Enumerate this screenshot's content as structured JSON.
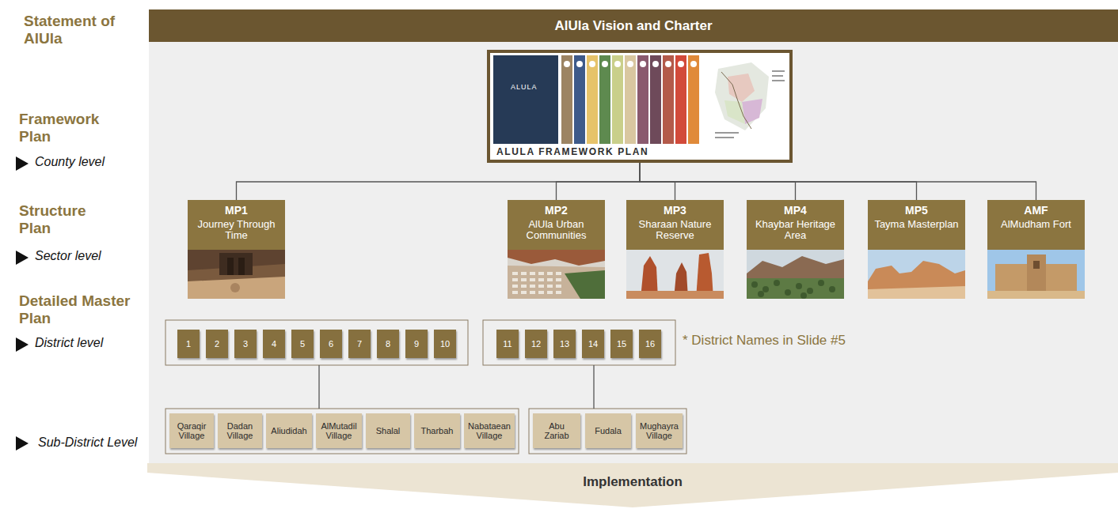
{
  "diagram": {
    "nodes": [
      {
        "text": [
          "AlUla Vision and Charter"
        ]
      },
      {
        "text": [
          "ALULA",
          "ALULA FRAMEWORK PLAN"
        ]
      },
      {
        "text": [
          "MP1",
          "Journey Through Time"
        ]
      },
      {
        "text": [
          "MP2",
          "AlUla Urban Communities"
        ]
      },
      {
        "text": [
          "MP3",
          "Sharaan Nature Reserve"
        ]
      },
      {
        "text": [
          "MP4",
          "Khaybar Heritage Area"
        ]
      },
      {
        "text": [
          "MP5",
          "Tayma Masterplan"
        ]
      },
      {
        "text": [
          "AMF",
          "AlMudham Fort"
        ]
      },
      {
        "text": [
          "1"
        ]
      },
      {
        "text": [
          "2"
        ]
      },
      {
        "text": [
          "3"
        ]
      },
      {
        "text": [
          "4"
        ]
      },
      {
        "text": [
          "5"
        ]
      },
      {
        "text": [
          "6"
        ]
      },
      {
        "text": [
          "7"
        ]
      },
      {
        "text": [
          "8"
        ]
      },
      {
        "text": [
          "9"
        ]
      },
      {
        "text": [
          "10"
        ]
      },
      {
        "text": [
          "11"
        ]
      },
      {
        "text": [
          "12"
        ]
      },
      {
        "text": [
          "13"
        ]
      },
      {
        "text": [
          "14"
        ]
      },
      {
        "text": [
          "15"
        ]
      },
      {
        "text": [
          "16"
        ]
      },
      {
        "text": [
          "Qaraqir Village"
        ]
      },
      {
        "text": [
          "Dadan Village"
        ]
      },
      {
        "text": [
          "Aliudidah"
        ]
      },
      {
        "text": [
          "AlMutadil Village"
        ]
      },
      {
        "text": [
          "Shalal"
        ]
      },
      {
        "text": [
          "Tharbah"
        ]
      },
      {
        "text": [
          "Nabataean Village"
        ]
      },
      {
        "text": [
          "Abu Zariab"
        ]
      },
      {
        "text": [
          "Fudala"
        ]
      },
      {
        "text": [
          "Mughayra Village"
        ]
      },
      {
        "text": [
          "Implementation"
        ]
      }
    ],
    "edges": [
      {
        "from": 1,
        "to": 2,
        "arrow": "none"
      },
      {
        "from": 1,
        "to": 3,
        "arrow": "none"
      },
      {
        "from": 1,
        "to": 4,
        "arrow": "none"
      },
      {
        "from": 1,
        "to": 5,
        "arrow": "none"
      },
      {
        "from": 1,
        "to": 6,
        "arrow": "none"
      },
      {
        "from": 1,
        "to": 7,
        "arrow": "none"
      }
    ],
    "labels": [
      "Statement of AlUla",
      "Framework Plan",
      "County level",
      "Structure Plan",
      "Sector level",
      "Detailed Master Plan",
      "District level",
      "Sub-District Level",
      "* District Names in Slide #5"
    ]
  }
}
